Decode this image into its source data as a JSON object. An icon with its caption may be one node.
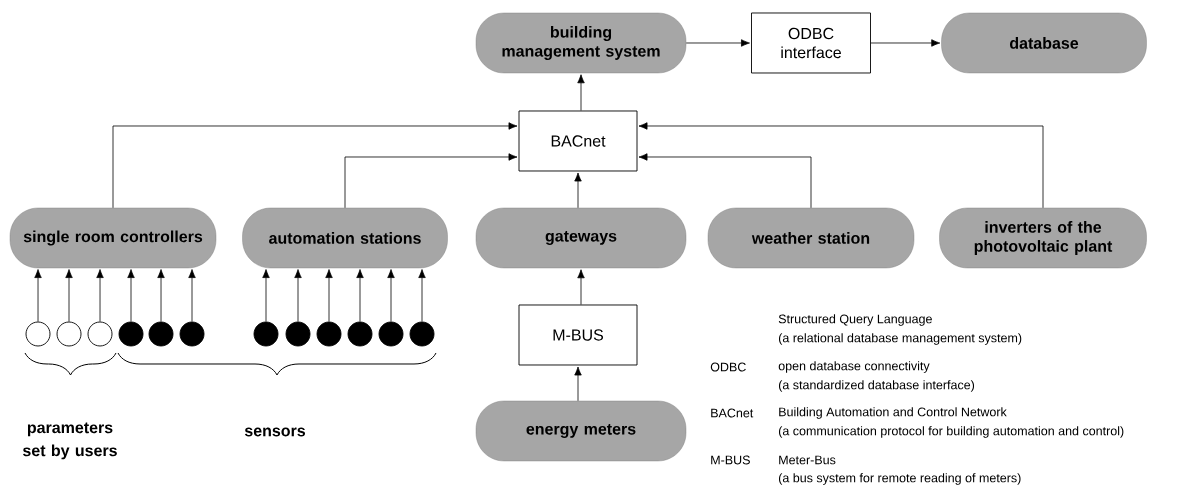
{
  "diagram": {
    "nodes": [
      {
        "text": [
          "building management system"
        ]
      },
      {
        "text": [
          "ODBC interface"
        ]
      },
      {
        "text": [
          "database"
        ]
      },
      {
        "text": [
          "BACnet"
        ]
      },
      {
        "text": [
          "single room controllers"
        ]
      },
      {
        "text": [
          "automation stations"
        ]
      },
      {
        "text": [
          "gateways"
        ]
      },
      {
        "text": [
          "weather station"
        ]
      },
      {
        "text": [
          "inverters of the photovoltaic plant"
        ]
      },
      {
        "text": [
          "M-BUS"
        ]
      },
      {
        "text": [
          "energy meters"
        ]
      },
      {
        "text": [],
        "shape": "circle"
      },
      {
        "text": [],
        "shape": "circle"
      },
      {
        "text": [],
        "shape": "circle"
      },
      {
        "text": [],
        "shape": "dot"
      },
      {
        "text": [],
        "shape": "dot"
      },
      {
        "text": [],
        "shape": "dot"
      },
      {
        "text": [],
        "shape": "dot"
      },
      {
        "text": [],
        "shape": "dot"
      },
      {
        "text": [],
        "shape": "dot"
      },
      {
        "text": [],
        "shape": "dot"
      },
      {
        "text": [],
        "shape": "dot"
      },
      {
        "text": [],
        "shape": "dot"
      }
    ],
    "edges": [
      {
        "from": 3,
        "to": 0,
        "arrow": "to"
      },
      {
        "from": 0,
        "to": 1,
        "arrow": "to"
      },
      {
        "from": 1,
        "to": 2,
        "arrow": "to"
      },
      {
        "from": 4,
        "to": 3,
        "arrow": "to"
      },
      {
        "from": 5,
        "to": 3,
        "arrow": "to"
      },
      {
        "from": 6,
        "to": 3,
        "arrow": "to"
      },
      {
        "from": 7,
        "to": 3,
        "arrow": "to"
      },
      {
        "from": 8,
        "to": 3,
        "arrow": "to"
      },
      {
        "from": 9,
        "to": 6,
        "arrow": "to"
      },
      {
        "from": 10,
        "to": 9,
        "arrow": "to"
      },
      {
        "from": 11,
        "to": 4,
        "arrow": "to"
      },
      {
        "from": 12,
        "to": 4,
        "arrow": "to"
      },
      {
        "from": 13,
        "to": 4,
        "arrow": "to"
      },
      {
        "from": 14,
        "to": 4,
        "arrow": "to"
      },
      {
        "from": 15,
        "to": 4,
        "arrow": "to"
      },
      {
        "from": 16,
        "to": 4,
        "arrow": "to"
      },
      {
        "from": 17,
        "to": 5,
        "arrow": "to"
      },
      {
        "from": 18,
        "to": 5,
        "arrow": "to"
      },
      {
        "from": 19,
        "to": 5,
        "arrow": "to"
      },
      {
        "from": 20,
        "to": 5,
        "arrow": "to"
      },
      {
        "from": 21,
        "to": 5,
        "arrow": "to"
      },
      {
        "from": 22,
        "to": 5,
        "arrow": "to"
      }
    ],
    "labels": [
      "parameters set by users",
      "sensors",
      "Structured Query Language",
      "(a relational database management system)",
      "ODBC",
      "open database connectivity",
      "(a standardized database interface)",
      "BACnet",
      "Building Automation and Control Network",
      "(a communication protocol for building automation and control)",
      "M-BUS",
      "Meter-Bus",
      "(a bus system for remote reading of meters)"
    ]
  }
}
